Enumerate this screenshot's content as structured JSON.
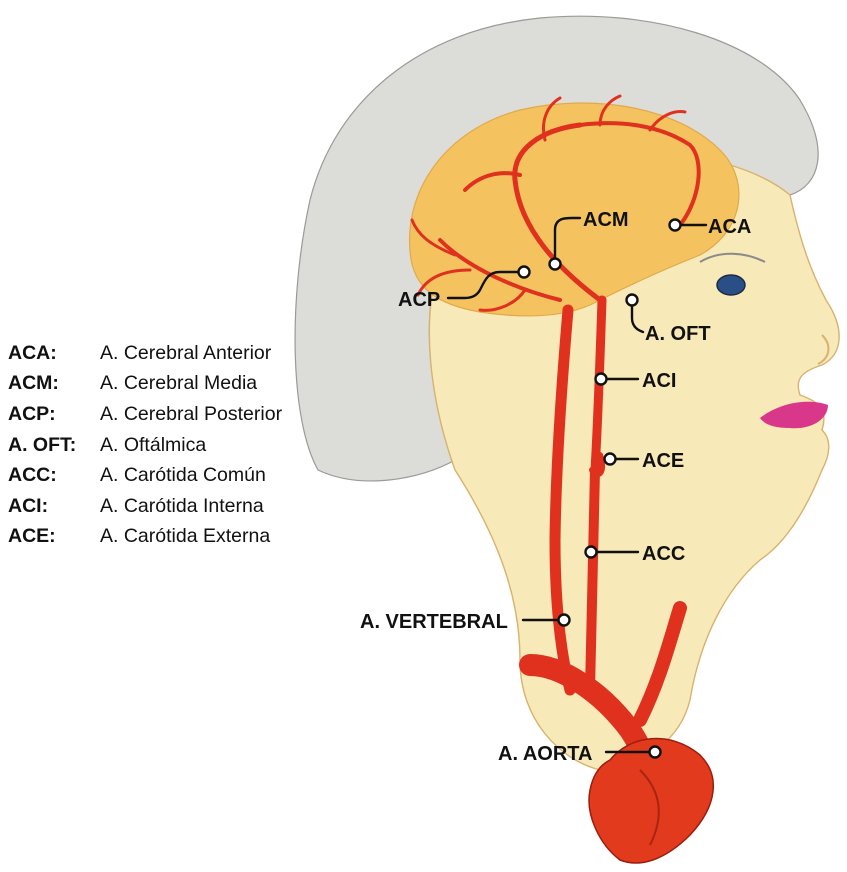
{
  "legend": [
    {
      "abbr": "ACA:",
      "desc": "A. Cerebral Anterior"
    },
    {
      "abbr": "ACM:",
      "desc": "A. Cerebral Media"
    },
    {
      "abbr": "ACP:",
      "desc": "A. Cerebral Posterior"
    },
    {
      "abbr": "A. OFT:",
      "desc": "A. Oftálmica"
    },
    {
      "abbr": "ACC:",
      "desc": "A. Carótida Común"
    },
    {
      "abbr": "ACI:",
      "desc": "A. Carótida Interna"
    },
    {
      "abbr": "ACE:",
      "desc": "A. Carótida Externa"
    }
  ],
  "labels": {
    "acm": "ACM",
    "aca": "ACA",
    "acp": "ACP",
    "oft": "A. OFT",
    "aci": "ACI",
    "ace": "ACE",
    "acc": "ACC",
    "vertebral": "A. VERTEBRAL",
    "aorta": "A. AORTA"
  },
  "colors": {
    "artery": "#e0311e",
    "skin": "#f6e6b0",
    "brain": "#f4c064",
    "hair": "#d9d9d6",
    "heart": "#e23a1c",
    "lips": "#d9388a",
    "eye": "#2a4e86"
  }
}
